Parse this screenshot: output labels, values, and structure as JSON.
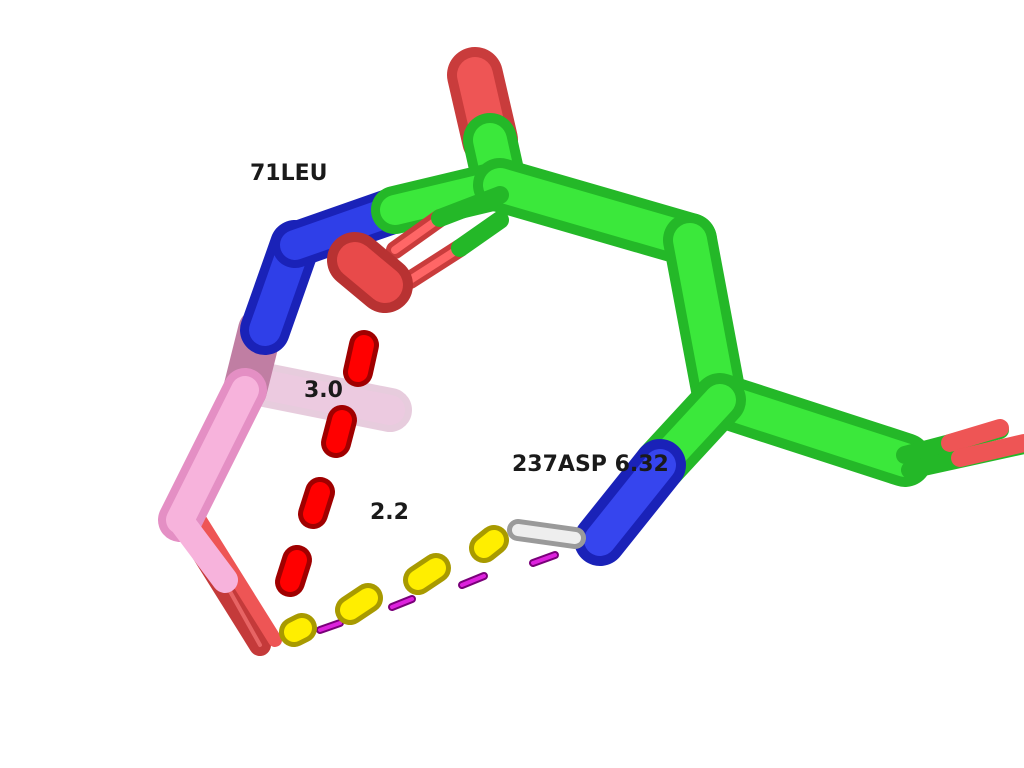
{
  "scene": {
    "background": "#ffffff",
    "style": "sticks",
    "colors": {
      "carbon_ligand": "#33ee33",
      "carbon_residue": "#f7a8d8",
      "nitrogen": "#2233dd",
      "oxygen": "#ee3333",
      "hydrogen": "#dddddd",
      "hbond_dash": "#ffee00",
      "distance_dash": "#cc00cc",
      "red_dash": "#ff0000"
    }
  },
  "labels": {
    "residue_leu": "71LEU",
    "residue_asp": "237ASP 6.32",
    "distance_1": "3.0",
    "distance_2": "2.2"
  }
}
